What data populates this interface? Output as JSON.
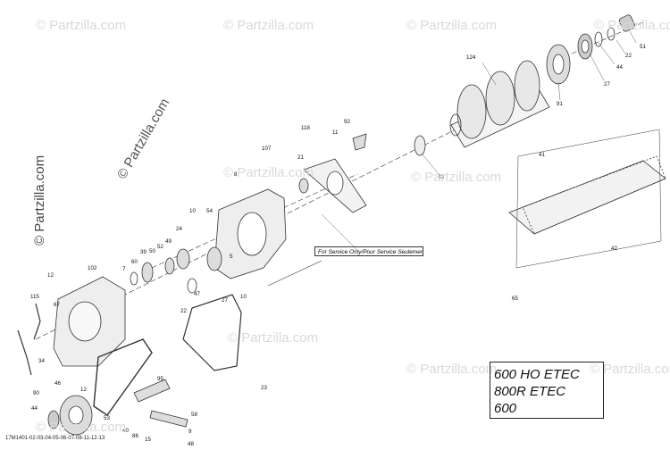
{
  "watermarks": [
    "© Partzilla.com",
    "© Partzilla.com",
    "© Partzilla.com",
    "© Partzilla.com",
    "© Partzilla.com",
    "© Partzilla.com",
    "© Partzilla.com",
    "© Partzilla.com",
    "© Partzilla.com",
    "© Partzilla.com"
  ],
  "watermark_main": "© Partzilla.com",
  "watermark_side": "© Partzilla.com",
  "note": "For Service Only/Pour Service Seulement",
  "models": [
    "600 HO ETEC",
    "800R ETEC",
    "600"
  ],
  "footer_code": "17M1401-02-03-04-05-06-07-08-11-12-13",
  "callouts": [
    "124",
    "51",
    "22",
    "44",
    "27",
    "91",
    "43",
    "118",
    "92",
    "11",
    "107",
    "21",
    "8",
    "10",
    "54",
    "24",
    "52",
    "49",
    "50",
    "39",
    "60",
    "7",
    "12",
    "102",
    "115",
    "67",
    "34",
    "90",
    "46",
    "12",
    "44",
    "40",
    "86",
    "15",
    "53",
    "58",
    "9",
    "48",
    "95",
    "23",
    "10",
    "27",
    "47",
    "22",
    "41",
    "42",
    "65",
    "5"
  ]
}
